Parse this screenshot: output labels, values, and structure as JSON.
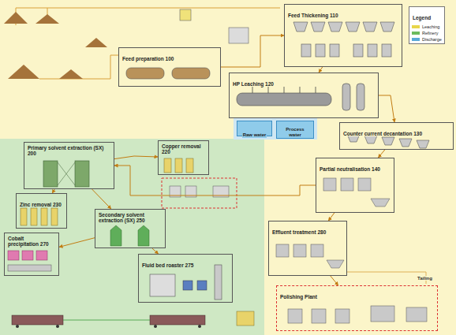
{
  "diagram": {
    "nodes": [
      {
        "text": [
          "Legend"
        ]
      },
      {
        "text": [
          "Feed Thickening 110"
        ]
      },
      {
        "text": [
          "Feed preparation 100"
        ]
      },
      {
        "text": [
          "HP Leaching 120"
        ]
      },
      {
        "text": [
          "Counter current decantation 130"
        ]
      },
      {
        "text": [
          "Raw water"
        ]
      },
      {
        "text": [
          "Process water"
        ]
      },
      {
        "text": [
          "Primary solvent extraction (SX) 200"
        ]
      },
      {
        "text": [
          "Copper removal 220"
        ]
      },
      {
        "text": [
          "Zinc removal 230"
        ]
      },
      {
        "text": [
          "Partial neutralisation 140"
        ]
      },
      {
        "text": [
          "Secondary solvent extraction (SX) 250"
        ]
      },
      {
        "text": [
          "Cobalt precipitation 270"
        ]
      },
      {
        "text": [
          "Fluid bed roaster 275"
        ]
      },
      {
        "text": [
          "Effluent treatment 280"
        ]
      },
      {
        "text": [
          "Polishing Plant"
        ]
      }
    ],
    "edges": [
      {
        "from": 2,
        "to": 1,
        "arrow": "to"
      },
      {
        "from": 1,
        "to": 3,
        "arrow": "to"
      },
      {
        "from": 3,
        "to": 4,
        "arrow": "to"
      },
      {
        "from": 4,
        "to": 10,
        "arrow": "to"
      },
      {
        "from": 10,
        "to": 7,
        "arrow": "to"
      },
      {
        "from": 7,
        "to": 8,
        "arrow": "to"
      },
      {
        "from": 7,
        "to": 9,
        "arrow": "to"
      },
      {
        "from": 7,
        "to": 11,
        "arrow": "to"
      },
      {
        "from": 11,
        "to": 12,
        "arrow": "to"
      },
      {
        "from": 11,
        "to": 13,
        "arrow": "to"
      },
      {
        "from": 10,
        "to": 14,
        "arrow": "to"
      },
      {
        "from": 14,
        "to": 15,
        "arrow": "to"
      }
    ],
    "labels": [
      "Tailing"
    ],
    "legend": [
      {
        "text": "Leaching",
        "color": "#e8d64a"
      },
      {
        "text": "Refinery",
        "color": "#6dbb5e"
      },
      {
        "text": "Discharge",
        "color": "#5aa9d8"
      }
    ]
  }
}
